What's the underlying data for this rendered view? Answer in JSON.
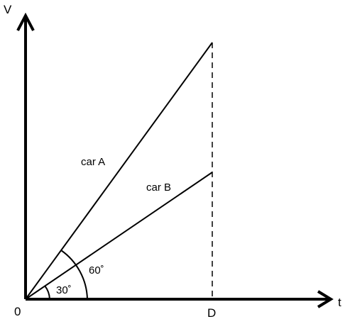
{
  "axes": {
    "y_label": "V",
    "x_label": "t",
    "origin_label": "0",
    "d_label": "D"
  },
  "lines": {
    "car_a_label": "car A",
    "car_b_label": "car B"
  },
  "angles": {
    "small": "30˚",
    "large": "60˚"
  }
}
